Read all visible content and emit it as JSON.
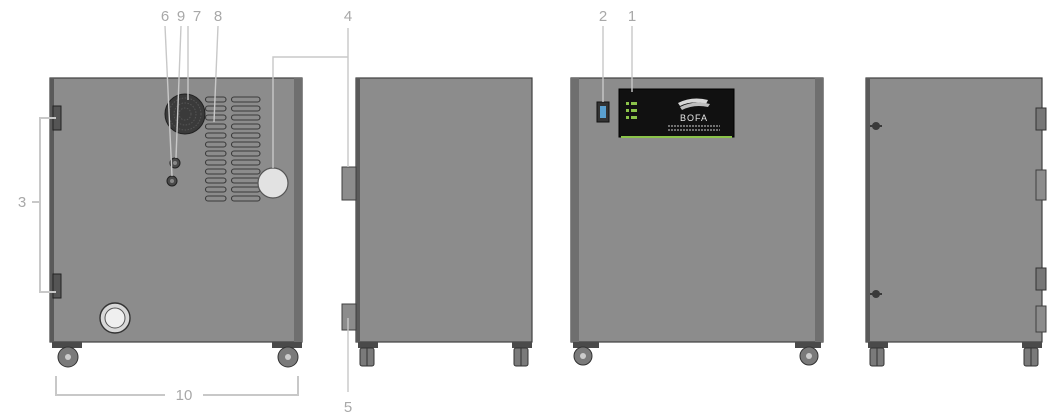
{
  "callouts": {
    "c1": "1",
    "c2": "2",
    "c3": "3",
    "c4": "4",
    "c5": "5",
    "c6": "6",
    "c7": "7",
    "c8": "8",
    "c9": "9",
    "c10": "10"
  },
  "panel": {
    "brand": "BOFA"
  },
  "colors": {
    "cabinet": "#8c8c8c",
    "outline": "#3f3f3f",
    "callout_text": "#a8a8a8",
    "leader": "#c8c8c8",
    "panel": "#111111",
    "panel_accent": "#8bc34a"
  },
  "icons": {
    "fan": "fan-grille-icon",
    "switch": "power-switch-icon",
    "status_leds": "status-led-icon"
  }
}
